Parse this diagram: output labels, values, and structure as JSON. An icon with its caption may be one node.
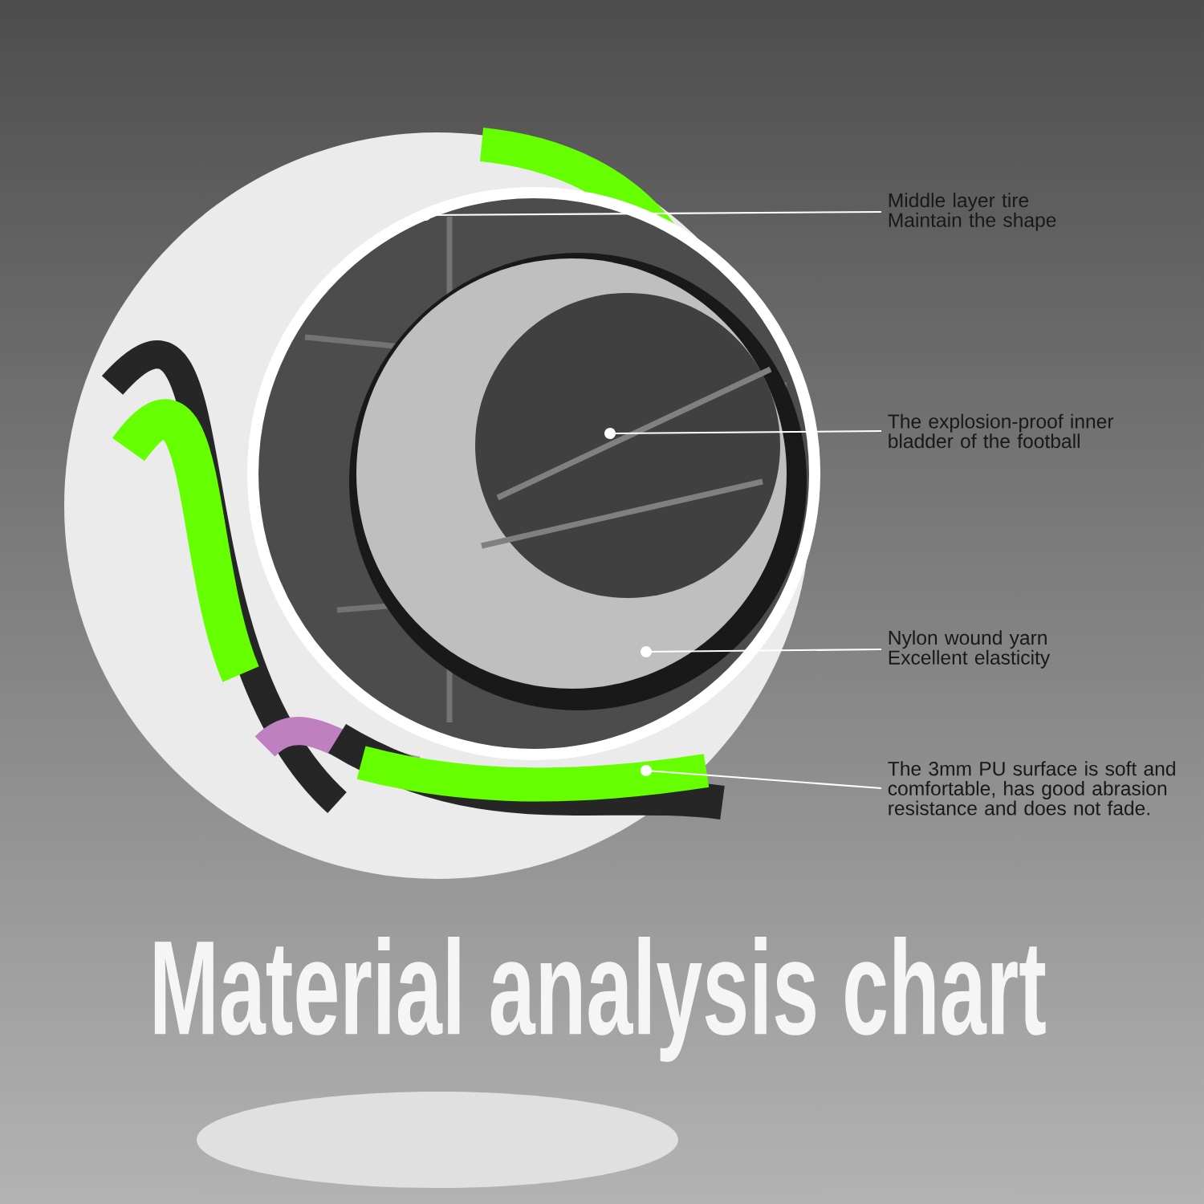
{
  "diagram": {
    "title": "Material analysis chart",
    "nodes": [
      {
        "text": [
          "Middle layer tire Maintain the shape"
        ]
      },
      {
        "text": [
          "The explosion-proof inner bladder of the football"
        ]
      },
      {
        "text": [
          "Nylon wound yarn Excellent elasticity"
        ]
      },
      {
        "text": [
          "The 3mm PU surface is soft and comfortable, has good abrasion resistance and does not fade."
        ]
      },
      {
        "text": [],
        "shape": "circle"
      },
      {
        "text": [],
        "shape": "circle"
      },
      {
        "text": [],
        "shape": "circle"
      },
      {
        "text": [],
        "shape": "circle"
      }
    ],
    "edges": [
      {
        "from": 0,
        "to": 4,
        "arrow": "none"
      },
      {
        "from": 1,
        "to": 5,
        "arrow": "none"
      },
      {
        "from": 2,
        "to": 6,
        "arrow": "none"
      },
      {
        "from": 3,
        "to": 7,
        "arrow": "none"
      }
    ]
  }
}
